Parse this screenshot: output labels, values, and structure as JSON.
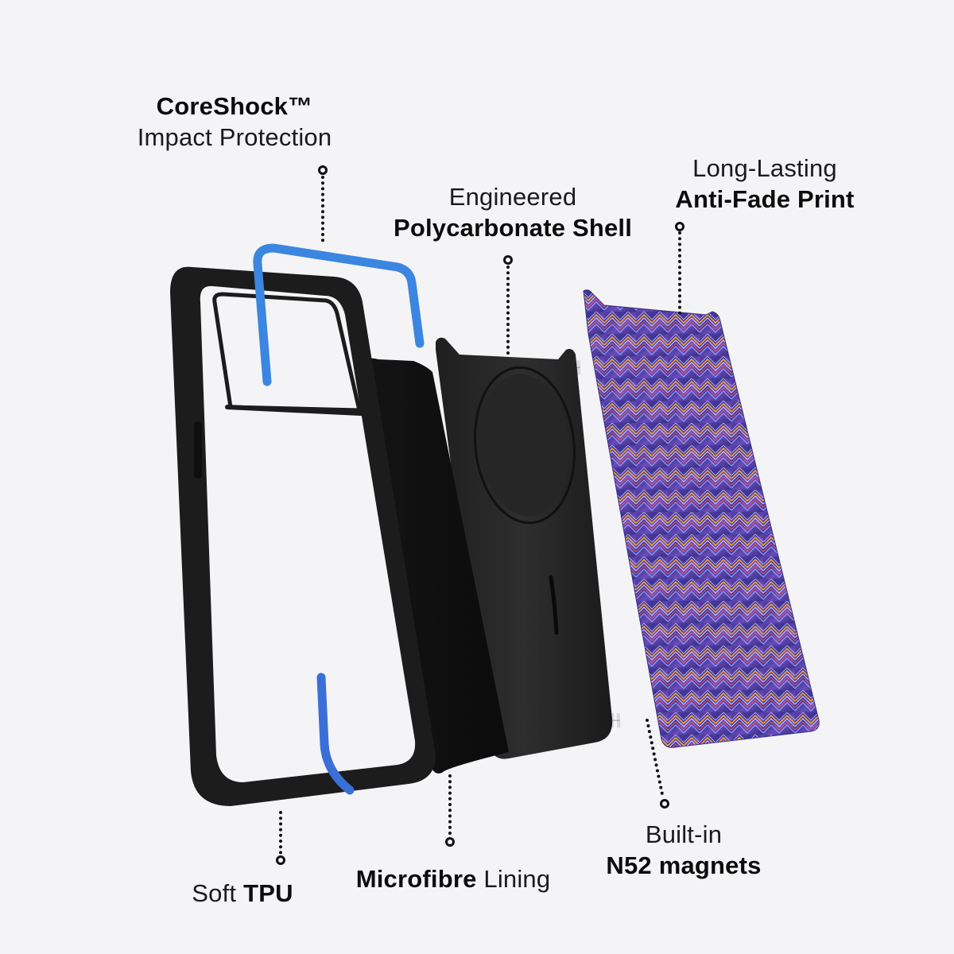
{
  "callouts": {
    "coreshock": {
      "bold": "CoreShock™",
      "light": "Impact Protection"
    },
    "polycarbonate": {
      "light": "Engineered",
      "bold": "Polycarbonate Shell"
    },
    "antifade": {
      "light": "Long-Lasting",
      "bold": "Anti-Fade Print"
    },
    "tpu": {
      "light": "Soft",
      "bold": "TPU"
    },
    "microfibre": {
      "bold": "Microfibre",
      "light": "Lining"
    },
    "magnets": {
      "light": "Built-in",
      "bold": "N52 magnets"
    }
  },
  "colors": {
    "background": "#f4f4f6",
    "bumper_blue": "#3b86e0",
    "case_black": "#1c1c1c",
    "shell_black": "#2a2a2a",
    "print_purple": "#4a3c9a",
    "print_accent_orange": "#f2a33a",
    "magnet_ring": "#e6e6e6"
  },
  "components": [
    {
      "id": "tpu-frame",
      "name": "Soft TPU bumper frame"
    },
    {
      "id": "coreshock-inserts",
      "name": "CoreShock blue corner inserts"
    },
    {
      "id": "microfibre-lining",
      "name": "Microfibre lining panel"
    },
    {
      "id": "polycarbonate-shell",
      "name": "Polycarbonate back shell"
    },
    {
      "id": "magnet-ring",
      "name": "N52 magnet ring"
    },
    {
      "id": "print-panel",
      "name": "Anti-fade print back panel"
    }
  ]
}
